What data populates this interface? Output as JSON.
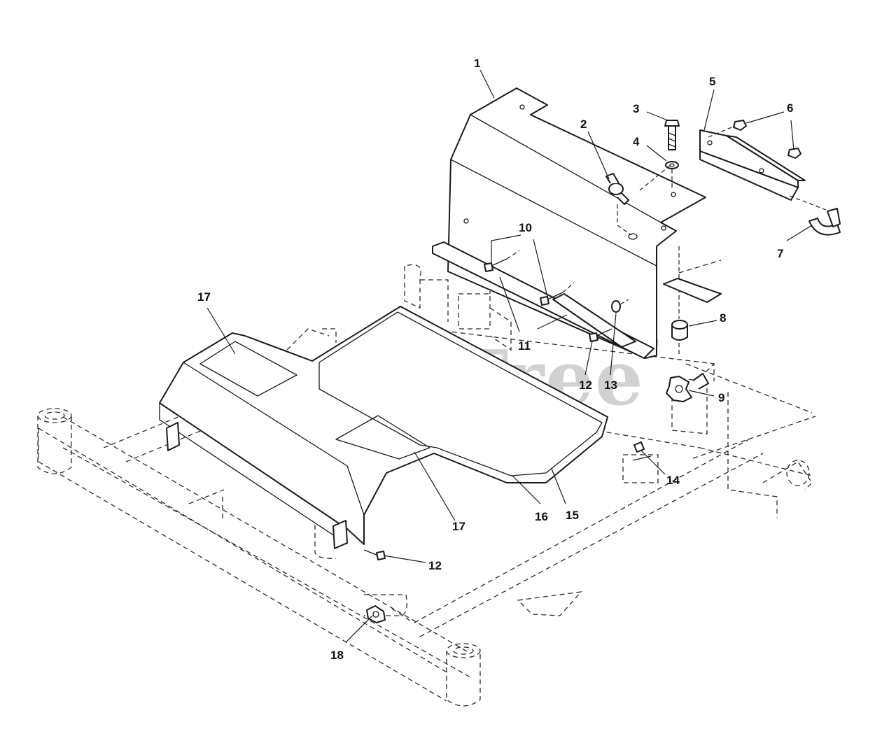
{
  "watermark": {
    "text": "PartsTree",
    "trademark": "TM"
  },
  "callouts": [
    {
      "id": "c1",
      "label": "1"
    },
    {
      "id": "c2",
      "label": "2"
    },
    {
      "id": "c3",
      "label": "3"
    },
    {
      "id": "c4",
      "label": "4"
    },
    {
      "id": "c5",
      "label": "5"
    },
    {
      "id": "c6",
      "label": "6"
    },
    {
      "id": "c7",
      "label": "7"
    },
    {
      "id": "c8",
      "label": "8"
    },
    {
      "id": "c9",
      "label": "9"
    },
    {
      "id": "c10",
      "label": "10"
    },
    {
      "id": "c11",
      "label": "11"
    },
    {
      "id": "c12a",
      "label": "12"
    },
    {
      "id": "c13",
      "label": "13"
    },
    {
      "id": "c14",
      "label": "14"
    },
    {
      "id": "c15",
      "label": "15"
    },
    {
      "id": "c16",
      "label": "16"
    },
    {
      "id": "c17a",
      "label": "17"
    },
    {
      "id": "c17b",
      "label": "17"
    },
    {
      "id": "c12b",
      "label": "12"
    },
    {
      "id": "c18",
      "label": "18"
    }
  ]
}
